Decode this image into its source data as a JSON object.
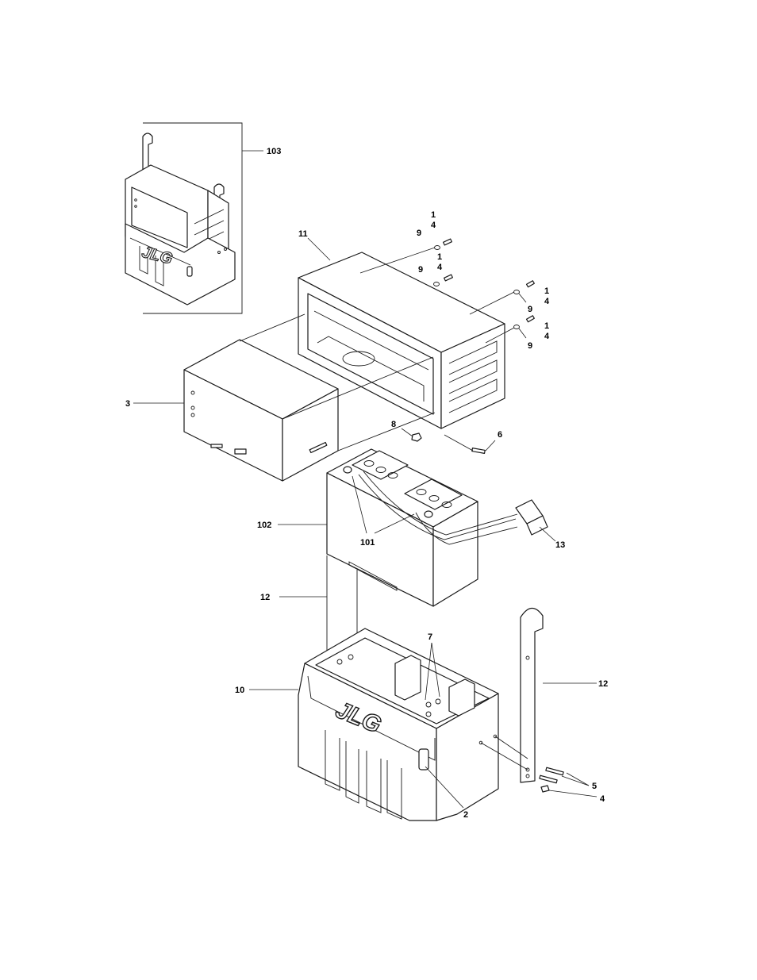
{
  "callouts": {
    "c103": "103",
    "c11": "11",
    "c3": "3",
    "c8": "8",
    "c6": "6",
    "c102": "102",
    "c101": "101",
    "c13": "13",
    "c12a": "12",
    "c7": "7",
    "c10": "10",
    "c12b": "12",
    "c5": "5",
    "c4": "4",
    "c2": "2",
    "g1": {
      "one": "1",
      "four": "4",
      "nine": "9"
    },
    "g2": {
      "one": "1",
      "four": "4",
      "nine": "9"
    },
    "g3": {
      "one": "1",
      "four": "4",
      "nine": "9"
    },
    "g4": {
      "one": "1",
      "four": "4",
      "nine": "9"
    }
  },
  "logo_text": "JLG"
}
